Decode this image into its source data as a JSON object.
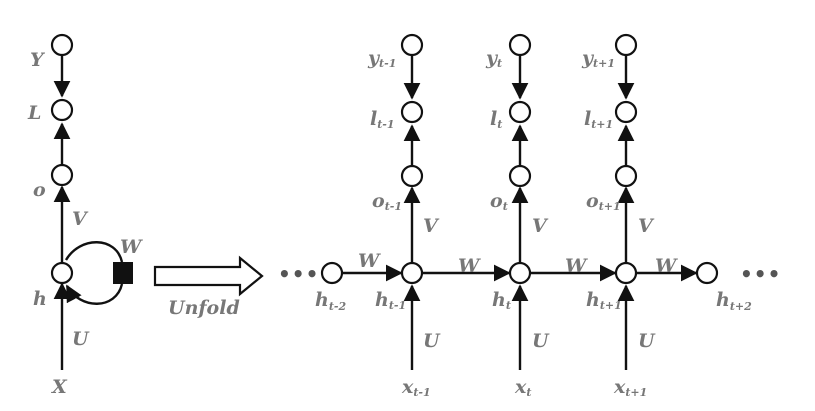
{
  "folded": {
    "Y": "Y",
    "L": "L",
    "o": "o",
    "V": "V",
    "W": "W",
    "h": "h",
    "U": "U",
    "X": "X"
  },
  "arrow_label": "Unfold",
  "ellipsis": "•••",
  "unfolded": {
    "h_prev2": {
      "main": "h",
      "sub": "t-2"
    },
    "w_in": "W",
    "w_out": "W",
    "columns": [
      {
        "y": {
          "main": "y",
          "sub": "t-1"
        },
        "l": {
          "main": "l",
          "sub": "t-1"
        },
        "o": {
          "main": "o",
          "sub": "t-1"
        },
        "V": "V",
        "h": {
          "main": "h",
          "sub": "t-1"
        },
        "U": "U",
        "x": {
          "main": "x",
          "sub": "t-1"
        },
        "W_next": "W"
      },
      {
        "y": {
          "main": "y",
          "sub": "t"
        },
        "l": {
          "main": "l",
          "sub": "t"
        },
        "o": {
          "main": "o",
          "sub": "t"
        },
        "V": "V",
        "h": {
          "main": "h",
          "sub": "t"
        },
        "U": "U",
        "x": {
          "main": "x",
          "sub": "t"
        },
        "W_next": "W"
      },
      {
        "y": {
          "main": "y",
          "sub": "t+1"
        },
        "l": {
          "main": "l",
          "sub": "t+1"
        },
        "o": {
          "main": "o",
          "sub": "t+1"
        },
        "V": "V",
        "h": {
          "main": "h",
          "sub": "t+1"
        },
        "U": "U",
        "x": {
          "main": "x",
          "sub": "t+1"
        }
      }
    ],
    "h_next2": {
      "main": "h",
      "sub": "t+2"
    }
  }
}
